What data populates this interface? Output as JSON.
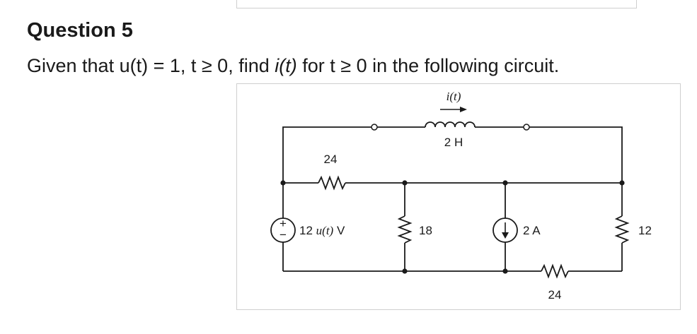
{
  "question": {
    "title": "Question 5",
    "text_part1": "Given that u(t) = 1, t ≥ 0, find ",
    "text_var": "i(t)",
    "text_part2": " for t ≥ 0 in the following circuit."
  },
  "circuit": {
    "current_label": "i(t)",
    "inductor_label": "2 H",
    "r_series_label": "24",
    "voltage_source_label_value": "12",
    "voltage_source_label_func": "u(t)",
    "voltage_source_label_unit": "V",
    "source_polarity_plus": "+",
    "source_polarity_minus": "−",
    "r_middle_label": "18",
    "current_source_label": "2 A",
    "r_right_label": "12",
    "r_bottom_label": "24"
  }
}
